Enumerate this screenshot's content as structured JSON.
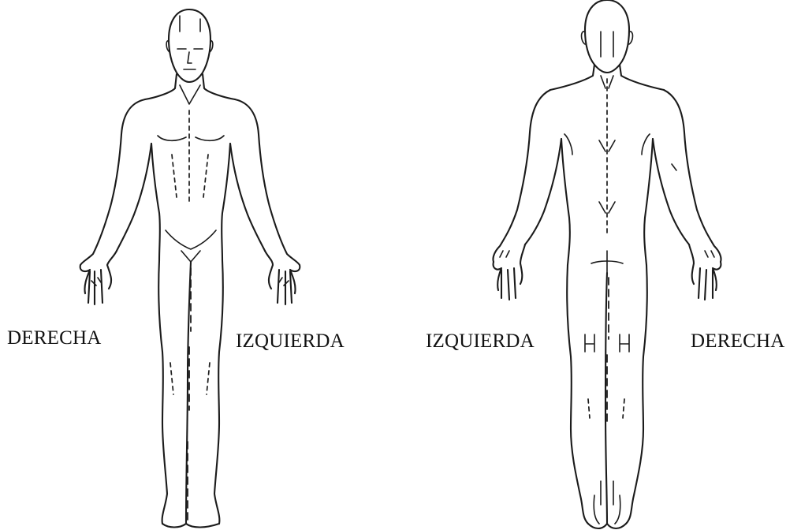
{
  "labels": {
    "front_right": "DERECHA",
    "front_left": "IZQUIERDA",
    "back_left": "IZQUIERDA",
    "back_right": "DERECHA"
  },
  "colors": {
    "line": "#1b1b1b",
    "background": "#ffffff"
  }
}
